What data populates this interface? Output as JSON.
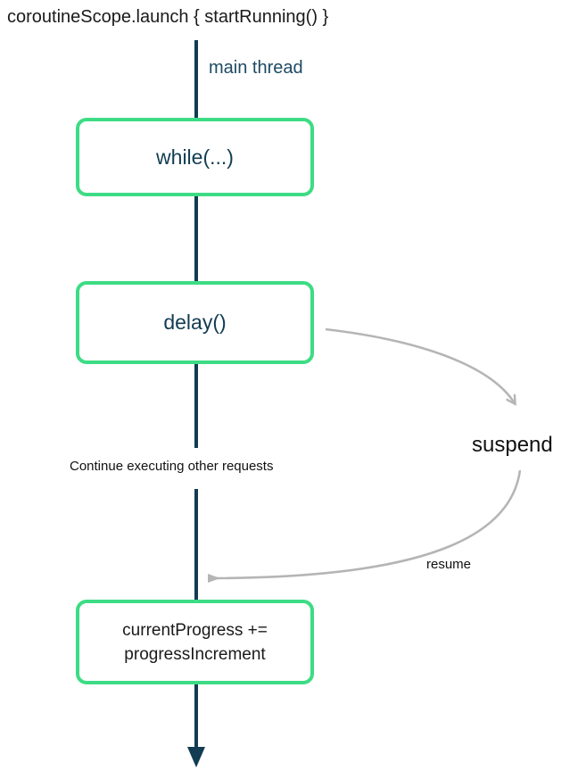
{
  "title": "coroutineScope.launch { startRunning() }",
  "labels": {
    "main_thread": "main thread",
    "suspend": "suspend",
    "resume": "resume",
    "continue_note": "Continue executing other requests"
  },
  "boxes": [
    {
      "id": "while-loop",
      "label": "while(...)"
    },
    {
      "id": "delay-call",
      "label": "delay()"
    },
    {
      "id": "progress-update",
      "label_line1": "currentProgress +=",
      "label_line2": "progressIncrement"
    }
  ],
  "colors": {
    "box_border_green": "#3ddc84",
    "thread_line_teal": "#123c52",
    "label_teal": "#1c4a63",
    "arrow_gray": "#b5b5b5",
    "text_black": "#1a1a1a",
    "background": "#ffffff"
  }
}
